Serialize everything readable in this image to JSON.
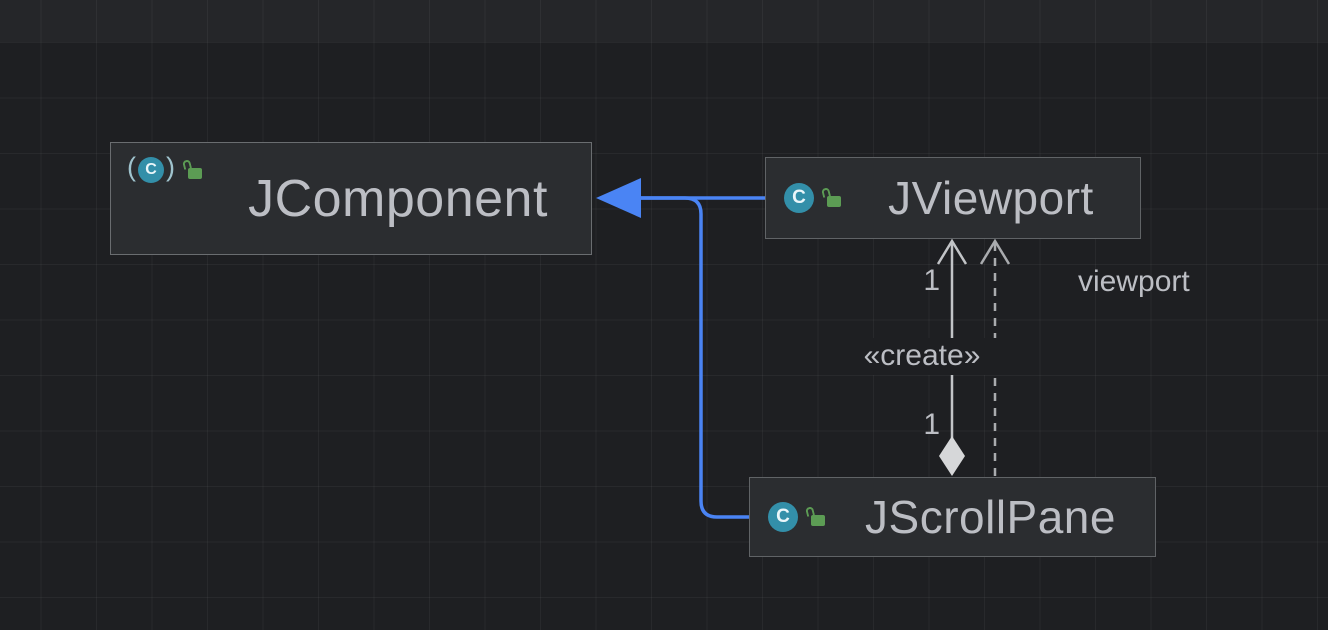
{
  "diagram_type": "uml-class-diagram",
  "nodes": [
    {
      "id": "jcomponent",
      "label": "JComponent",
      "kind": "class",
      "icon_letter": "C",
      "abstract_paren_left": "(",
      "abstract_paren_right": ")",
      "visibility": "public"
    },
    {
      "id": "jviewport",
      "label": "JViewport",
      "kind": "class",
      "icon_letter": "C",
      "visibility": "public"
    },
    {
      "id": "jscrollpane",
      "label": "JScrollPane",
      "kind": "class",
      "icon_letter": "C",
      "visibility": "public"
    }
  ],
  "edges": [
    {
      "type": "inheritance",
      "from": "JViewport",
      "to": "JComponent"
    },
    {
      "type": "inheritance",
      "from": "JScrollPane",
      "to": "JComponent"
    },
    {
      "type": "aggregation",
      "from": "JScrollPane",
      "to": "JViewport",
      "multiplicity_target": "1",
      "multiplicity_source": "1",
      "stereotype": "«create»"
    },
    {
      "type": "dependency",
      "from": "JScrollPane",
      "to": "JViewport",
      "label": "viewport"
    }
  ],
  "colors": {
    "background": "#1E1F22",
    "node_fill": "#2B2D30",
    "node_border": "#606366",
    "node_text": "#BCBEC4",
    "inheritance_edge": "#4A84F4",
    "association_edge": "#C2C4C7",
    "dependency_edge": "#A9ABAE",
    "class_icon": "#338FA9",
    "visibility_icon": "#5C9C54"
  }
}
